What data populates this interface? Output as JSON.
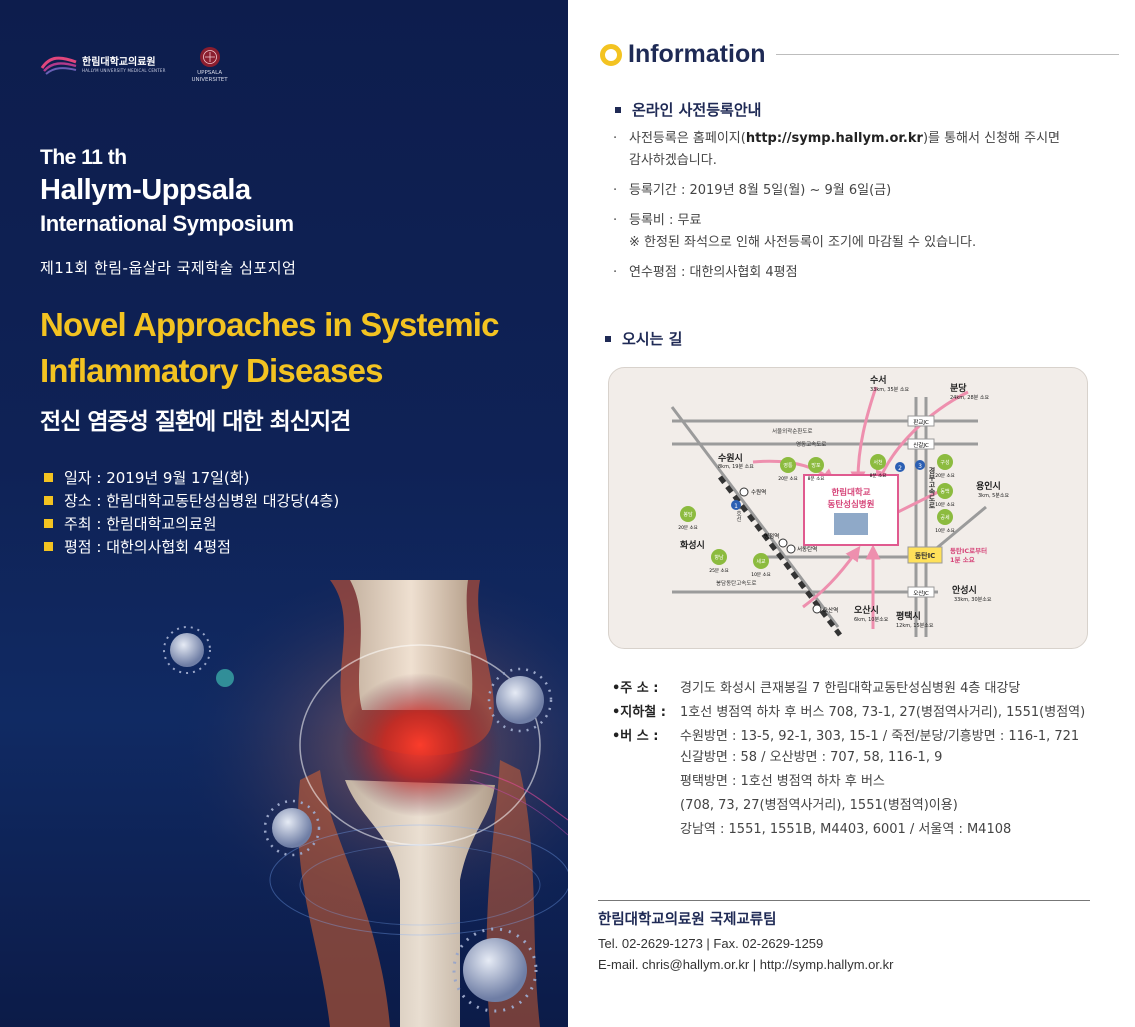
{
  "left": {
    "logo_hallym_kr": "한림대학교의료원",
    "logo_hallym_en": "HALLYM UNIVERSITY MEDICAL CENTER",
    "logo_uppsala": "UPPSALA UNIVERSITET",
    "title_line1": "The 11 th",
    "title_line2": "Hallym-Uppsala",
    "title_line3": "International Symposium",
    "title_kr": "제11회 한림-웁살라 국제학술 심포지엄",
    "theme_line1": "Novel Approaches in Systemic",
    "theme_line2": "Inflammatory Diseases",
    "theme_kr": "전신 염증성 질환에 대한 최신지견",
    "details": [
      "일자 : 2019년 9월 17일(화)",
      "장소 : 한림대학교동탄성심병원 대강당(4층)",
      "주최 : 한림대학교의료원",
      "평점 : 대한의사협회 4평점"
    ],
    "colors": {
      "background": "#0f2256",
      "accent": "#f3c321"
    }
  },
  "info": {
    "heading": "Information",
    "reg_title": "온라인 사전등록안내",
    "reg_items": {
      "r1_a": "사전등록은 홈페이지(",
      "r1_url": "http://symp.hallym.or.kr",
      "r1_b": ")를 통해서 신청해 주시면",
      "r1_c": "감사하겠습니다.",
      "r2": "등록기간 : 2019년 8월 5일(월) ~ 9월 6일(금)",
      "r3": "등록비 : 무료",
      "r3_note": "※ 한정된 좌석으로 인해 사전등록이 조기에 마감될 수 있습니다.",
      "r4": "연수평점 : 대한의사협회 4평점"
    },
    "dir_title": "오시는 길"
  },
  "map": {
    "hospital": [
      "한림대학교",
      "동탄성심병원"
    ],
    "places": {
      "suseo": "수서",
      "suseo_sub": "33km, 35분 소요",
      "bundang": "분당",
      "bundang_sub": "24km, 28분 소요",
      "suwon": "수원시",
      "suwon_sub": "8km, 19분 소요",
      "yongin": "용인시",
      "yongin_sub": "3km, 5분소요",
      "hwaseong": "화성시",
      "anseong": "안성시",
      "anseong_sub": "33km, 30분소요",
      "osan": "오산시",
      "osan_sub": "6km, 10분소요",
      "pyeongtaek": "평택시",
      "pyeongtaek_sub": "12km, 15분소요"
    },
    "roads": {
      "ring": "서울외곽순환도로",
      "yeongdong": "영동고속도로",
      "pangyo": "판교JC",
      "singal": "신갈JC",
      "gyeongbu": "경부고속도로",
      "dongtan_ic": "동탄IC",
      "from_ic": "동탄IC로부터",
      "from_ic_time": "1분 소요",
      "osan_jc": "오산JC",
      "pyeongdong": "봉담동탄고속도로",
      "line1": "1호선",
      "route1": "1",
      "route2": "2",
      "route3": "3"
    },
    "stations": {
      "suwon": "수원역",
      "byeongjeom": "병점역",
      "seodongtan": "서동탄역",
      "osan": "오산역"
    },
    "circles": [
      {
        "name": "영통",
        "sub": "20분 소요"
      },
      {
        "name": "망포",
        "sub": "8분 소요"
      },
      {
        "name": "서천",
        "sub": "8분 소요"
      },
      {
        "name": "구성",
        "sub": "20분 소요"
      },
      {
        "name": "동백",
        "sub": "10분 소요"
      },
      {
        "name": "공세",
        "sub": "10분 소요"
      },
      {
        "name": "봉담",
        "sub": "20분 소요"
      },
      {
        "name": "향남",
        "sub": "25분 소요"
      },
      {
        "name": "세교",
        "sub": "10분 소요"
      }
    ]
  },
  "address": {
    "addr_label": "•주    소 :",
    "addr_value": "경기도 화성시 큰재봉길 7 한림대학교동탄성심병원 4층 대강당",
    "subway_label": "•지하철 :",
    "subway_value": "1호선 병점역 하차 후 버스 708, 73-1, 27(병점역사거리), 1551(병점역)",
    "bus_label": "•버    스 :",
    "bus_lines": [
      "수원방면 : 13-5, 92-1, 303, 15-1  /  죽전/분당/기흥방면 : 116-1, 721",
      "신갈방면 : 58  /  오산방면 : 707, 58, 116-1, 9",
      "평택방면 : 1호선 병점역 하차 후 버스",
      "(708, 73, 27(병점역사거리), 1551(병점역)이용)",
      "강남역 : 1551, 1551B, M4403, 6001   /   서울역 : M4108"
    ]
  },
  "footer": {
    "org": "한림대학교의료원 국제교류팀",
    "tel": "Tel. 02-2629-1273   |   Fax. 02-2629-1259",
    "mail": "E-mail. chris@hallym.or.kr   |   http://symp.hallym.or.kr"
  }
}
